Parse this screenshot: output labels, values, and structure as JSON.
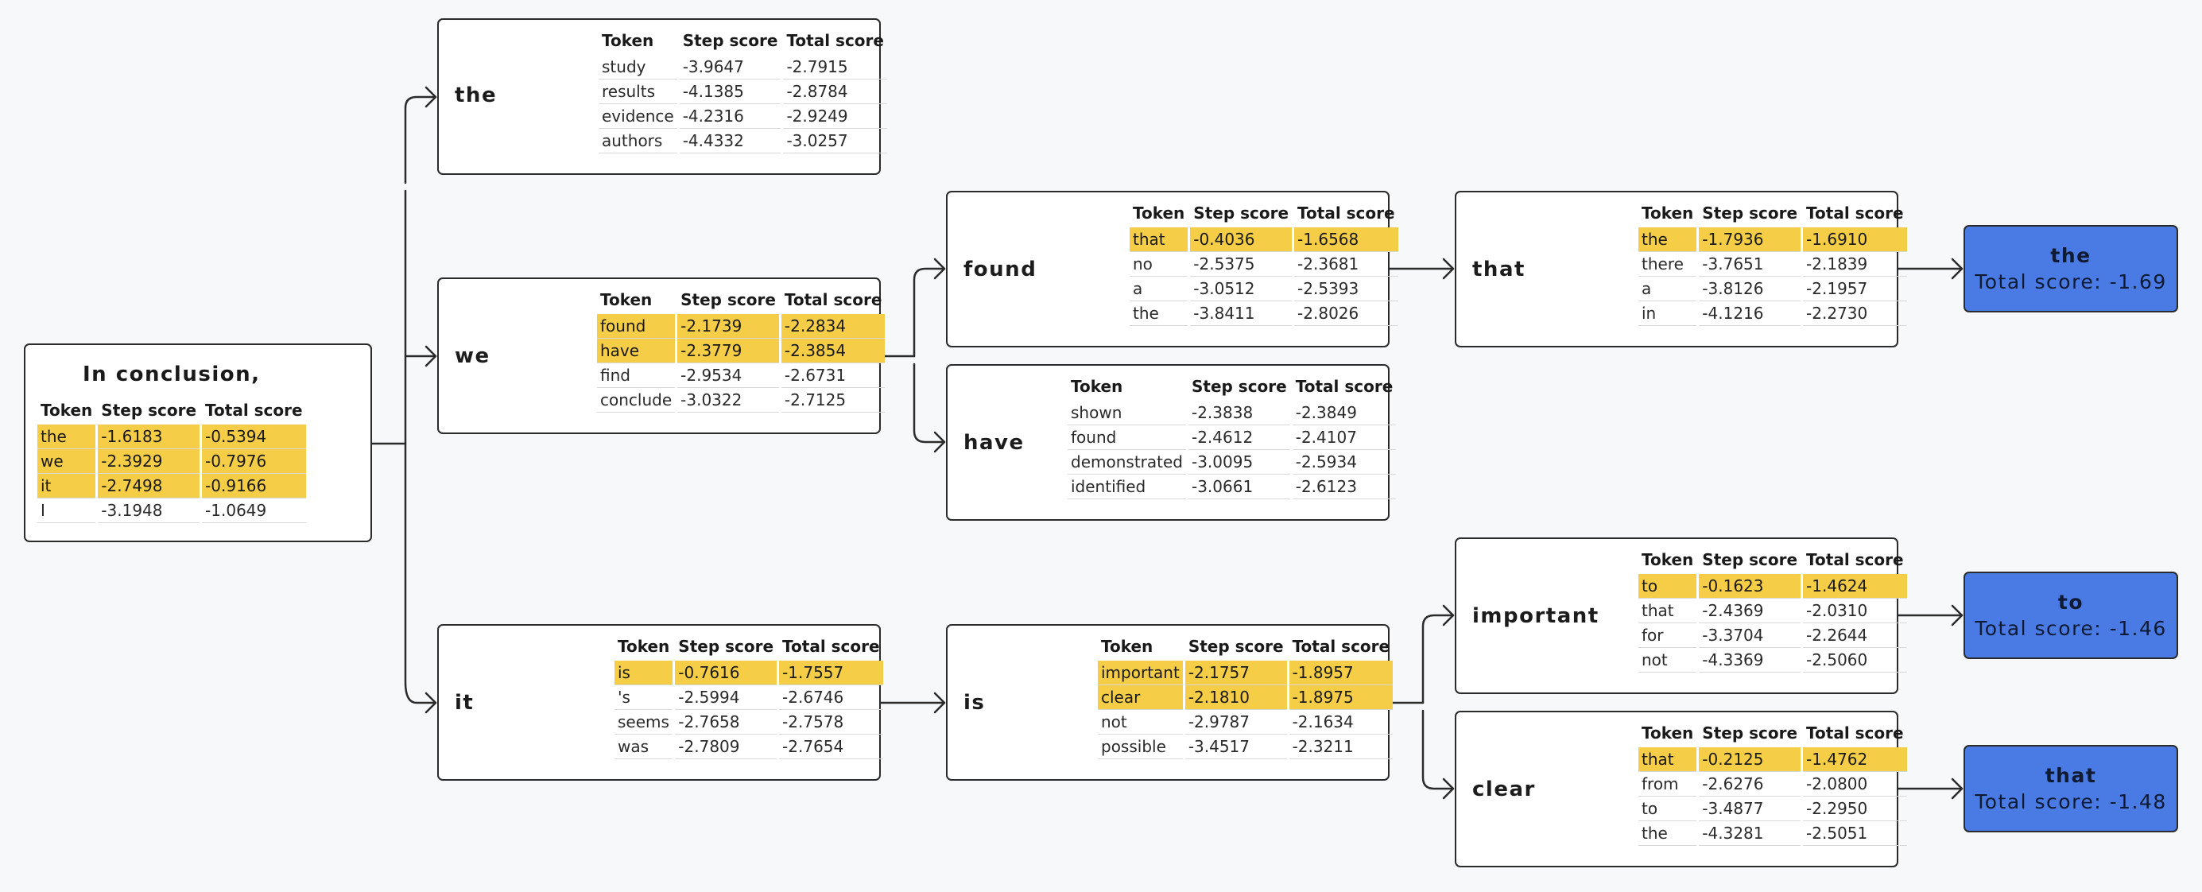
{
  "columns": [
    "Token",
    "Step score",
    "Total score"
  ],
  "root": {
    "text": "In conclusion,",
    "rows": [
      {
        "token": "the",
        "step": "-1.6183",
        "total": "-0.5394",
        "hl": true
      },
      {
        "token": "we",
        "step": "-2.3929",
        "total": "-0.7976",
        "hl": true
      },
      {
        "token": "it",
        "step": "-2.7498",
        "total": "-0.9166",
        "hl": true
      },
      {
        "token": "I",
        "step": "-3.1948",
        "total": "-1.0649",
        "hl": false
      }
    ]
  },
  "nodes": {
    "the": {
      "label": "the",
      "rows": [
        {
          "token": "study",
          "step": "-3.9647",
          "total": "-2.7915",
          "hl": false
        },
        {
          "token": "results",
          "step": "-4.1385",
          "total": "-2.8784",
          "hl": false
        },
        {
          "token": "evidence",
          "step": "-4.2316",
          "total": "-2.9249",
          "hl": false
        },
        {
          "token": "authors",
          "step": "-4.4332",
          "total": "-3.0257",
          "hl": false
        }
      ]
    },
    "we": {
      "label": "we",
      "rows": [
        {
          "token": "found",
          "step": "-2.1739",
          "total": "-2.2834",
          "hl": true
        },
        {
          "token": "have",
          "step": "-2.3779",
          "total": "-2.3854",
          "hl": true
        },
        {
          "token": "find",
          "step": "-2.9534",
          "total": "-2.6731",
          "hl": false
        },
        {
          "token": "conclude",
          "step": "-3.0322",
          "total": "-2.7125",
          "hl": false
        }
      ]
    },
    "it": {
      "label": "it",
      "rows": [
        {
          "token": "is",
          "step": "-0.7616",
          "total": "-1.7557",
          "hl": true
        },
        {
          "token": "'s",
          "step": "-2.5994",
          "total": "-2.6746",
          "hl": false
        },
        {
          "token": "seems",
          "step": "-2.7658",
          "total": "-2.7578",
          "hl": false
        },
        {
          "token": "was",
          "step": "-2.7809",
          "total": "-2.7654",
          "hl": false
        }
      ]
    },
    "found": {
      "label": "found",
      "rows": [
        {
          "token": "that",
          "step": "-0.4036",
          "total": "-1.6568",
          "hl": true
        },
        {
          "token": "no",
          "step": "-2.5375",
          "total": "-2.3681",
          "hl": false
        },
        {
          "token": "a",
          "step": "-3.0512",
          "total": "-2.5393",
          "hl": false
        },
        {
          "token": "the",
          "step": "-3.8411",
          "total": "-2.8026",
          "hl": false
        }
      ]
    },
    "have": {
      "label": "have",
      "rows": [
        {
          "token": "shown",
          "step": "-2.3838",
          "total": "-2.3849",
          "hl": false
        },
        {
          "token": "found",
          "step": "-2.4612",
          "total": "-2.4107",
          "hl": false
        },
        {
          "token": "demonstrated",
          "step": "-3.0095",
          "total": "-2.5934",
          "hl": false
        },
        {
          "token": "identified",
          "step": "-3.0661",
          "total": "-2.6123",
          "hl": false
        }
      ]
    },
    "is": {
      "label": "is",
      "rows": [
        {
          "token": "important",
          "step": "-2.1757",
          "total": "-1.8957",
          "hl": true
        },
        {
          "token": "clear",
          "step": "-2.1810",
          "total": "-1.8975",
          "hl": true
        },
        {
          "token": "not",
          "step": "-2.9787",
          "total": "-2.1634",
          "hl": false
        },
        {
          "token": "possible",
          "step": "-3.4517",
          "total": "-2.3211",
          "hl": false
        }
      ]
    },
    "that": {
      "label": "that",
      "rows": [
        {
          "token": "the",
          "step": "-1.7936",
          "total": "-1.6910",
          "hl": true
        },
        {
          "token": "there",
          "step": "-3.7651",
          "total": "-2.1839",
          "hl": false
        },
        {
          "token": "a",
          "step": "-3.8126",
          "total": "-2.1957",
          "hl": false
        },
        {
          "token": "in",
          "step": "-4.1216",
          "total": "-2.2730",
          "hl": false
        }
      ]
    },
    "important": {
      "label": "important",
      "rows": [
        {
          "token": "to",
          "step": "-0.1623",
          "total": "-1.4624",
          "hl": true
        },
        {
          "token": "that",
          "step": "-2.4369",
          "total": "-2.0310",
          "hl": false
        },
        {
          "token": "for",
          "step": "-3.3704",
          "total": "-2.2644",
          "hl": false
        },
        {
          "token": "not",
          "step": "-4.3369",
          "total": "-2.5060",
          "hl": false
        }
      ]
    },
    "clear": {
      "label": "clear",
      "rows": [
        {
          "token": "that",
          "step": "-0.2125",
          "total": "-1.4762",
          "hl": true
        },
        {
          "token": "from",
          "step": "-2.6276",
          "total": "-2.0800",
          "hl": false
        },
        {
          "token": "to",
          "step": "-3.4877",
          "total": "-2.2950",
          "hl": false
        },
        {
          "token": "the",
          "step": "-4.3281",
          "total": "-2.5051",
          "hl": false
        }
      ]
    }
  },
  "finals": {
    "f1": {
      "token": "the",
      "score": "Total score: -1.69"
    },
    "f2": {
      "token": "to",
      "score": "Total score: -1.46"
    },
    "f3": {
      "token": "that",
      "score": "Total score: -1.48"
    }
  },
  "colors": {
    "highlight": "#f5cd46",
    "final": "#4a7ae3",
    "border": "#2b2b2b"
  }
}
